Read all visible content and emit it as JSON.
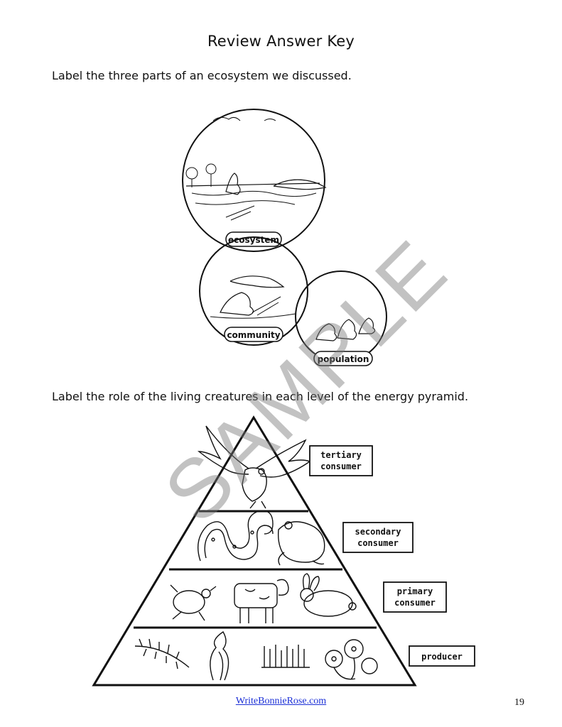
{
  "title": "Review Answer Key",
  "question1": "Label the three parts of an ecosystem we discussed.",
  "question2": "Label the role of the living creatures in each level of the energy pyramid.",
  "ecosystem_labels": {
    "ecosystem": "ecosystem",
    "community": "community",
    "population": "population"
  },
  "pyramid_labels": {
    "tertiary_line1": "tertiary",
    "tertiary_line2": "consumer",
    "secondary_line1": "secondary",
    "secondary_line2": "consumer",
    "primary_line1": "primary",
    "primary_line2": "consumer",
    "producer": "producer"
  },
  "watermark": "SAMPLE",
  "footer_link": "WriteBonnieRose.com",
  "page_number": "19"
}
